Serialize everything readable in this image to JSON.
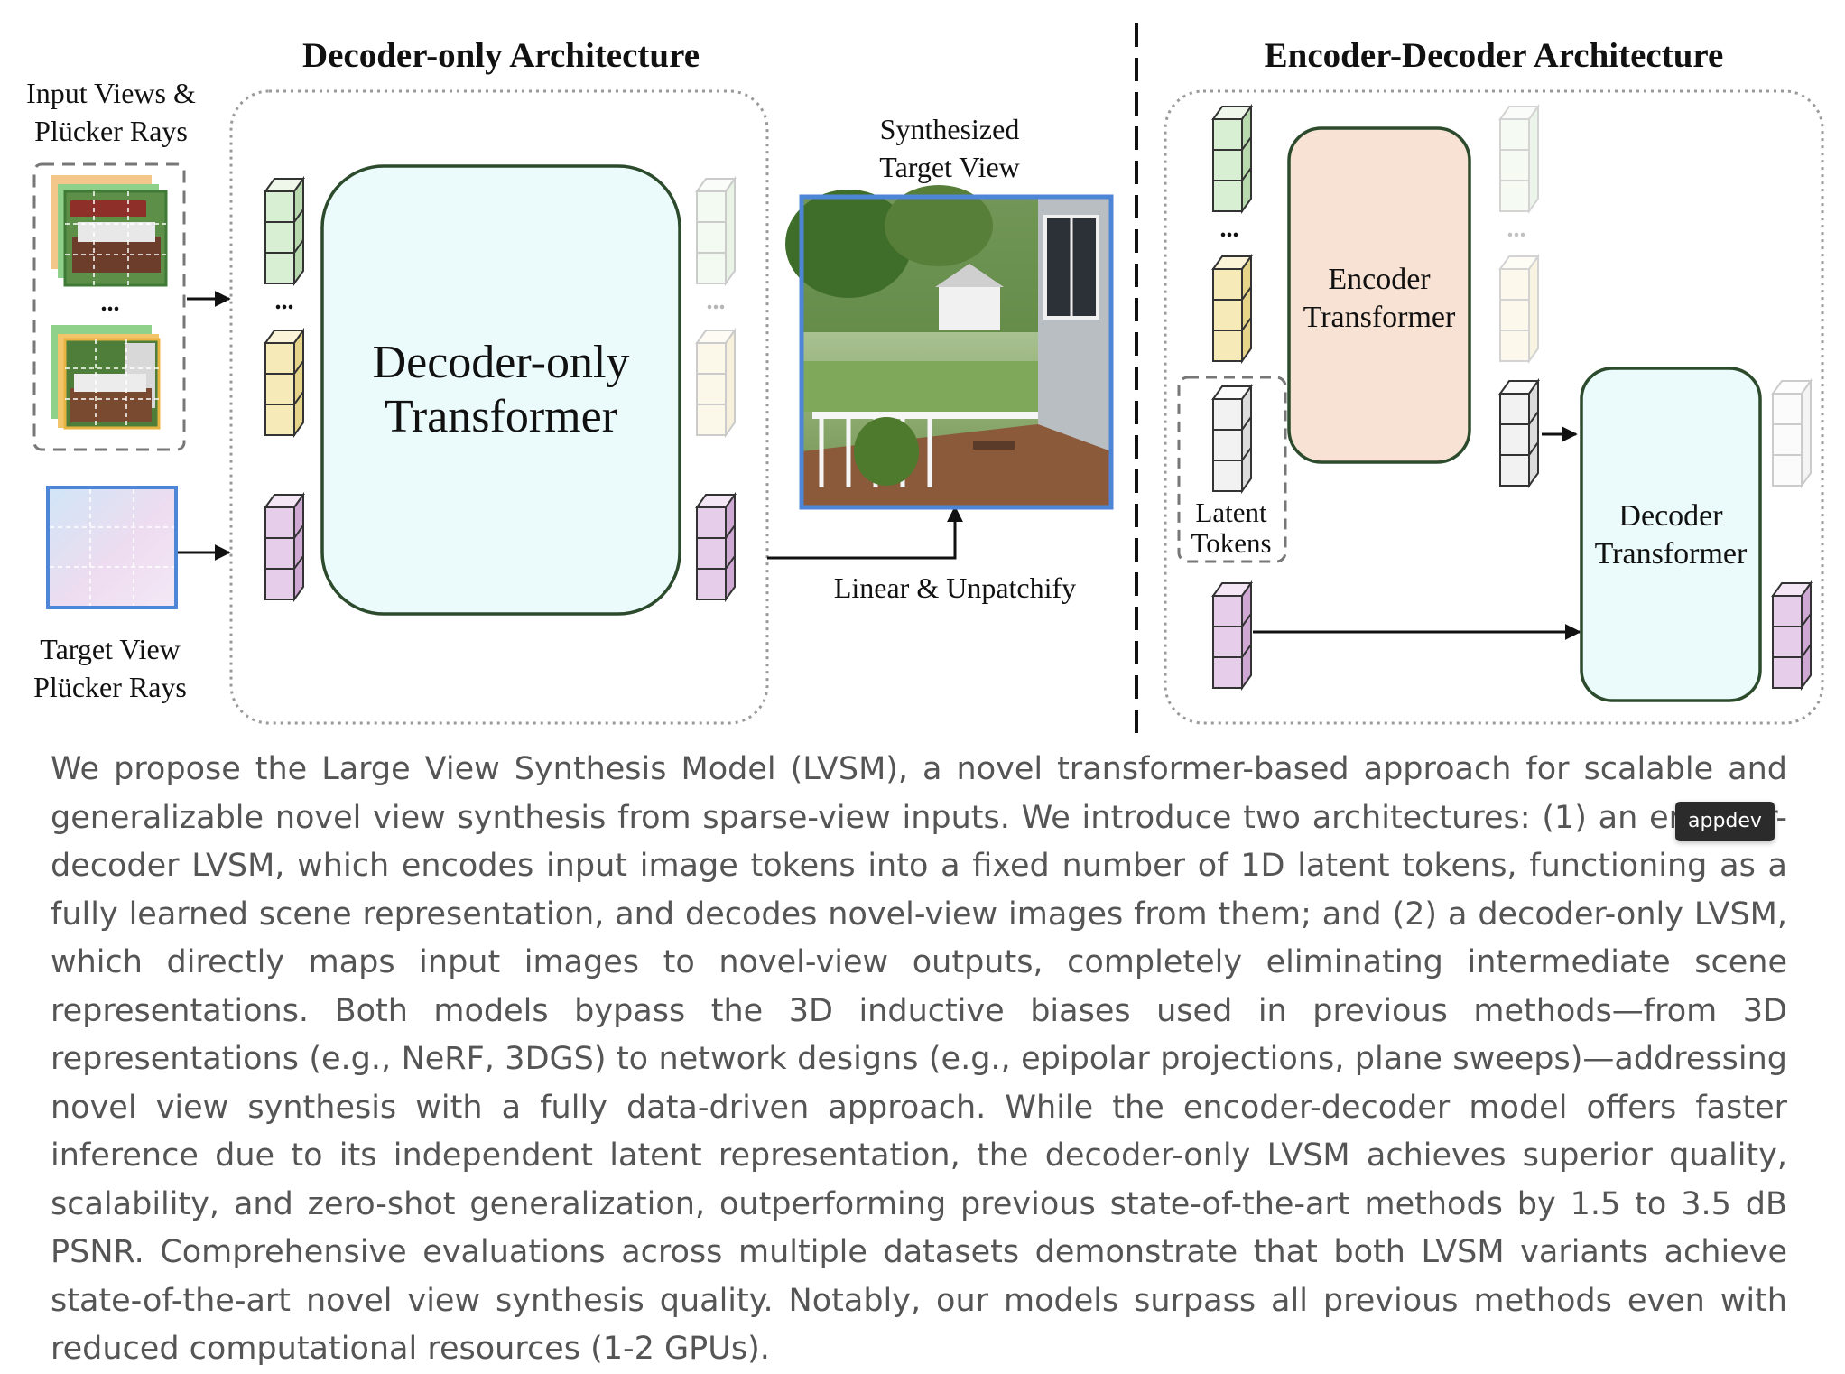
{
  "figure": {
    "decoder_only_title": "Decoder-only Architecture",
    "encoder_decoder_title": "Encoder-Decoder Architecture",
    "input_views_label_line1": "Input Views &",
    "input_views_label_line2": "Plücker Rays",
    "target_view_label_line1": "Target View",
    "target_view_label_line2": "Plücker Rays",
    "decoder_only_block_line1": "Decoder-only",
    "decoder_only_block_line2": "Transformer",
    "synth_label_line1": "Synthesized",
    "synth_label_line2": "Target View",
    "linear_label": "Linear & Unpatchify",
    "encoder_block_line1": "Encoder",
    "encoder_block_line2": "Transformer",
    "decoder_block_line1": "Decoder",
    "decoder_block_line2": "Transformer",
    "latent_label_line1": "Latent",
    "latent_label_line2": "Tokens",
    "ellipsis": "...",
    "colors": {
      "green_token": "#d9efd3",
      "yellow_token": "#f6ebb8",
      "purple_token": "#e6cde9",
      "gray_token": "#f2f2f2",
      "decoder_fill": "#ebfbfb",
      "encoder_fill": "#f7e2d3",
      "block_stroke": "#2c4a2c",
      "synth_border": "#4d86d6",
      "target_border": "#4d86d6"
    }
  },
  "abstract": {
    "text": "We propose the Large View Synthesis Model (LVSM), a novel transformer-based approach for scalable and generalizable novel view synthesis from sparse-view inputs. We introduce two architectures: (1) an encoder-decoder LVSM, which encodes input image tokens into a fixed number of 1D latent tokens, functioning as a fully learned scene representation, and decodes novel-view images from them; and (2) a decoder-only LVSM, which directly maps input images to novel-view outputs, completely eliminating intermediate scene representations. Both models bypass the 3D inductive biases used in previous methods—from 3D representations (e.g., NeRF, 3DGS) to network designs (e.g., epipolar projections, plane sweeps)—addressing novel view synthesis with a fully data-driven approach. While the encoder-decoder model offers faster inference due to its independent latent representation, the decoder-only LVSM achieves superior quality, scalability, and zero-shot generalization, outperforming previous state-of-the-art methods by 1.5 to 3.5 dB PSNR. Comprehensive evaluations across multiple datasets demonstrate that both LVSM variants achieve state-of-the-art novel view synthesis quality. Notably, our models surpass all previous methods even with reduced computational resources (1-2 GPUs)."
  },
  "tooltip": {
    "label": "appdev"
  }
}
